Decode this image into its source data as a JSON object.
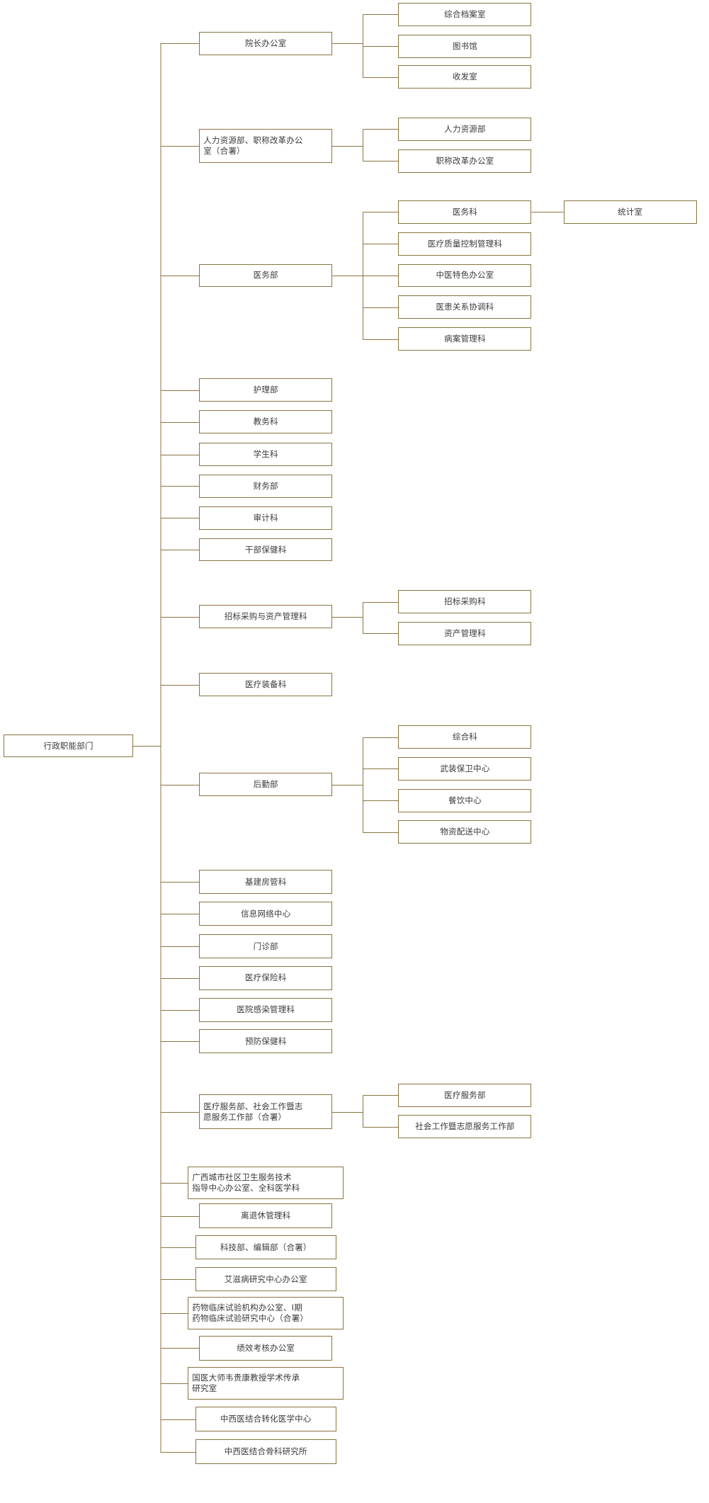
{
  "meta": {
    "title": "行政职能部门组织架构图",
    "line_color": "#8a7342",
    "box_border_color": "#8a7342",
    "text_color": "#3a3a3a",
    "background_color": "#ffffff"
  },
  "root": {
    "label": "行政职能部门"
  },
  "level2": [
    {
      "id": "l2-0",
      "label": "院长办公室"
    },
    {
      "id": "l2-1",
      "label": "人力资源部、职称改革办公\n室（合署）"
    },
    {
      "id": "l2-2",
      "label": "医务部"
    },
    {
      "id": "l2-3",
      "label": "护理部"
    },
    {
      "id": "l2-4",
      "label": "教务科"
    },
    {
      "id": "l2-5",
      "label": "学生科"
    },
    {
      "id": "l2-6",
      "label": "财务部"
    },
    {
      "id": "l2-7",
      "label": "审计科"
    },
    {
      "id": "l2-8",
      "label": "干部保健科"
    },
    {
      "id": "l2-9",
      "label": "招标采购与资产管理科"
    },
    {
      "id": "l2-10",
      "label": "医疗装备科"
    },
    {
      "id": "l2-11",
      "label": "后勤部"
    },
    {
      "id": "l2-12",
      "label": "基建房管科"
    },
    {
      "id": "l2-13",
      "label": "信息网络中心"
    },
    {
      "id": "l2-14",
      "label": "门诊部"
    },
    {
      "id": "l2-15",
      "label": "医疗保险科"
    },
    {
      "id": "l2-16",
      "label": "医院感染管理科"
    },
    {
      "id": "l2-17",
      "label": "预防保健科"
    },
    {
      "id": "l2-18",
      "label": "医疗服务部、社会工作暨志\n愿服务工作部（合署）"
    },
    {
      "id": "l2-19",
      "label": "广西城市社区卫生服务技术\n指导中心办公室、全科医学科"
    },
    {
      "id": "l2-20",
      "label": "离退休管理科"
    },
    {
      "id": "l2-21",
      "label": "科技部、编辑部（合署）"
    },
    {
      "id": "l2-22",
      "label": "艾滋病研究中心办公室"
    },
    {
      "id": "l2-23",
      "label": "药物临床试验机构办公室、I期\n药物临床试验研究中心（合署）"
    },
    {
      "id": "l2-24",
      "label": "绩效考核办公室"
    },
    {
      "id": "l2-25",
      "label": "国医大师韦贵康教授学术传承\n研究室"
    },
    {
      "id": "l2-26",
      "label": "中西医结合转化医学中心"
    },
    {
      "id": "l2-27",
      "label": "中西医结合骨科研究所"
    }
  ],
  "level3": [
    {
      "id": "l3-0",
      "parent": "l2-0",
      "label": "综合档案室"
    },
    {
      "id": "l3-1",
      "parent": "l2-0",
      "label": "图书馆"
    },
    {
      "id": "l3-2",
      "parent": "l2-0",
      "label": "收发室"
    },
    {
      "id": "l3-3",
      "parent": "l2-1",
      "label": "人力资源部"
    },
    {
      "id": "l3-4",
      "parent": "l2-1",
      "label": "职称改革办公室"
    },
    {
      "id": "l3-5",
      "parent": "l2-2",
      "label": "医务科"
    },
    {
      "id": "l3-6",
      "parent": "l2-2",
      "label": "医疗质量控制管理科"
    },
    {
      "id": "l3-7",
      "parent": "l2-2",
      "label": "中医特色办公室"
    },
    {
      "id": "l3-8",
      "parent": "l2-2",
      "label": "医患关系协调科"
    },
    {
      "id": "l3-9",
      "parent": "l2-2",
      "label": "病案管理科"
    },
    {
      "id": "l3-10",
      "parent": "l2-9",
      "label": "招标采购科"
    },
    {
      "id": "l3-11",
      "parent": "l2-9",
      "label": "资产管理科"
    },
    {
      "id": "l3-12",
      "parent": "l2-11",
      "label": "综合科"
    },
    {
      "id": "l3-13",
      "parent": "l2-11",
      "label": "武装保卫中心"
    },
    {
      "id": "l3-14",
      "parent": "l2-11",
      "label": "餐饮中心"
    },
    {
      "id": "l3-15",
      "parent": "l2-11",
      "label": "物资配送中心"
    },
    {
      "id": "l3-16",
      "parent": "l2-18",
      "label": "医疗服务部"
    },
    {
      "id": "l3-17",
      "parent": "l2-18",
      "label": "社会工作暨志愿服务工作部"
    }
  ],
  "level4": [
    {
      "id": "l4-0",
      "parent": "l3-5",
      "label": "统计室"
    }
  ]
}
